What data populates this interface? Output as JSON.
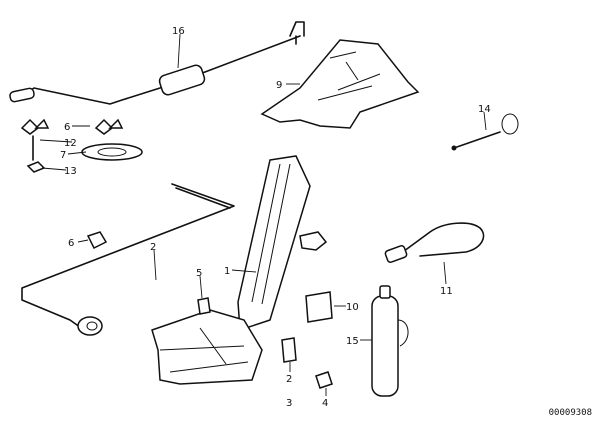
{
  "callouts": {
    "c1": "1",
    "c2a": "2",
    "c2b": "2",
    "c3": "3",
    "c4": "4",
    "c5": "5",
    "c6a": "6",
    "c6b": "6",
    "c7": "7",
    "c9": "9",
    "c10": "10",
    "c11": "11",
    "c12": "12",
    "c13": "13",
    "c14": "14",
    "c15": "15",
    "c16": "16"
  },
  "reference_number": "00009308"
}
